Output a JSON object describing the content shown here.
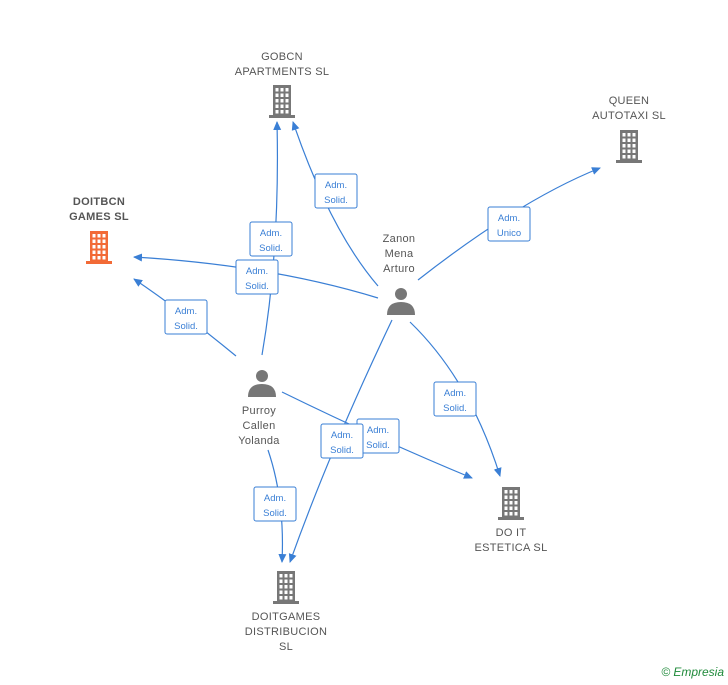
{
  "nodes": {
    "gobcn": {
      "lines": [
        "GOBCN",
        "APARTMENTS SL"
      ],
      "type": "company"
    },
    "queen": {
      "lines": [
        "QUEEN",
        "AUTOTAXI  SL"
      ],
      "type": "company"
    },
    "doitbcn": {
      "lines": [
        "DOITBCN",
        "GAMES  SL"
      ],
      "type": "company",
      "highlight": true
    },
    "zanon": {
      "lines": [
        "Zanon",
        "Mena",
        "Arturo"
      ],
      "type": "person"
    },
    "purroy": {
      "lines": [
        "Purroy",
        "Callen",
        "Yolanda"
      ],
      "type": "person"
    },
    "doit_estetica": {
      "lines": [
        "DO IT",
        "ESTETICA  SL"
      ],
      "type": "company"
    },
    "doitgames": {
      "lines": [
        "DOITGAMES",
        "DISTRIBUCION",
        "SL"
      ],
      "type": "company"
    }
  },
  "relations": [
    {
      "line1": "Adm.",
      "line2": "Solid."
    },
    {
      "line1": "Adm.",
      "line2": "Unico"
    },
    {
      "line1": "Adm.",
      "line2": "Solid."
    },
    {
      "line1": "Adm.",
      "line2": "Solid."
    },
    {
      "line1": "Adm.",
      "line2": "Solid."
    },
    {
      "line1": "Adm.",
      "line2": "Solid."
    },
    {
      "line1": "Adm.",
      "line2": "Solid."
    },
    {
      "line1": "Adm.",
      "line2": "Solid."
    },
    {
      "line1": "Adm.",
      "line2": "Solid."
    }
  ],
  "colors": {
    "edge": "#3a7fd5",
    "company": "#777777",
    "highlight": "#f26a36",
    "person": "#777777"
  },
  "brand": {
    "copyright": "©",
    "name": "Empresia"
  }
}
